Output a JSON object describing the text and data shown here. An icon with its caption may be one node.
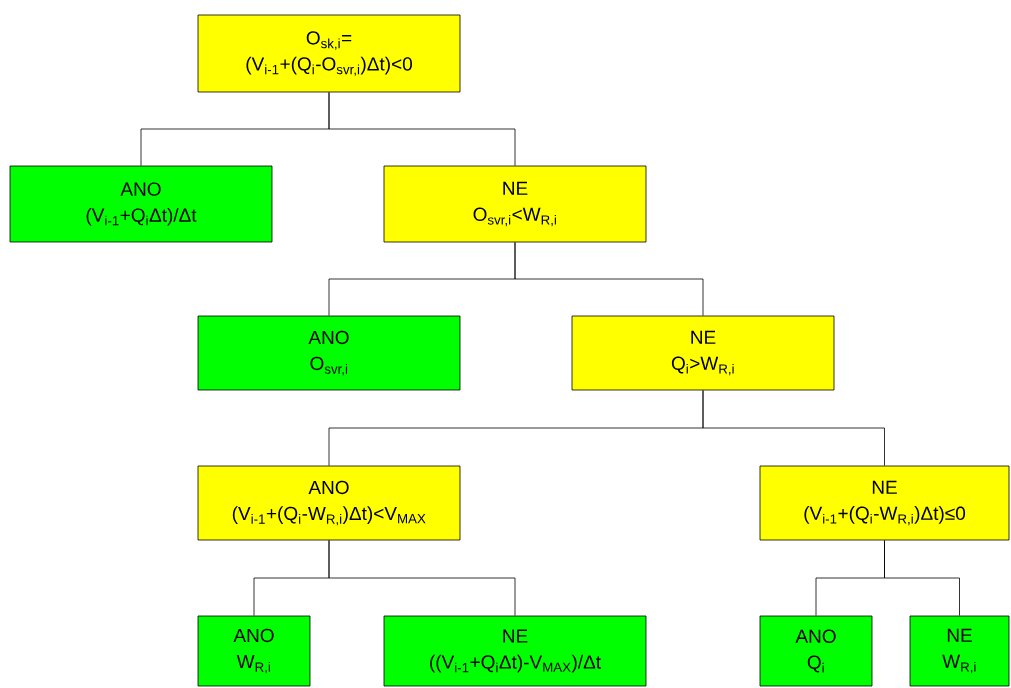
{
  "diagram": {
    "nodes": [
      {
        "text": [
          "O$_{sk,i}$=",
          "(V$_{i-1}$+(Q$_{i}$-O$_{svr,i}$)Δt)<0"
        ]
      },
      {
        "text": [
          "ANO",
          "(V$_{i-1}$+Q$_{i}$Δt)/Δt"
        ]
      },
      {
        "text": [
          "NE",
          "O$_{svr,i}$<W$_{R,i}$"
        ]
      },
      {
        "text": [
          "ANO",
          "O$_{svr,i}$"
        ]
      },
      {
        "text": [
          "NE",
          "Q$_{i}$>W$_{R,i}$"
        ]
      },
      {
        "text": [
          "ANO",
          "(V$_{i-1}$+(Q$_{i}$-W$_{R,i}$)Δt)<V$_{MAX}$"
        ]
      },
      {
        "text": [
          "NE",
          "(V$_{i-1}$+(Q$_{i}$-W$_{R,i}$)Δt)≤0"
        ]
      },
      {
        "text": [
          "ANO",
          "W$_{R,i}$"
        ]
      },
      {
        "text": [
          "NE",
          "((V$_{i-1}$+Q$_{i}$Δt)-V$_{MAX}$)/Δt"
        ]
      },
      {
        "text": [
          "ANO",
          "Q$_{i}$"
        ]
      },
      {
        "text": [
          "NE",
          "W$_{R,i}$"
        ]
      }
    ],
    "edges": [
      {
        "from": 0,
        "to": 1,
        "arrow": "none"
      },
      {
        "from": 0,
        "to": 2,
        "arrow": "none"
      },
      {
        "from": 2,
        "to": 3,
        "arrow": "none"
      },
      {
        "from": 2,
        "to": 4,
        "arrow": "none"
      },
      {
        "from": 4,
        "to": 5,
        "arrow": "none"
      },
      {
        "from": 4,
        "to": 6,
        "arrow": "none"
      },
      {
        "from": 5,
        "to": 7,
        "arrow": "none"
      },
      {
        "from": 5,
        "to": 8,
        "arrow": "none"
      },
      {
        "from": 6,
        "to": 9,
        "arrow": "none"
      },
      {
        "from": 6,
        "to": 10,
        "arrow": "none"
      }
    ]
  }
}
